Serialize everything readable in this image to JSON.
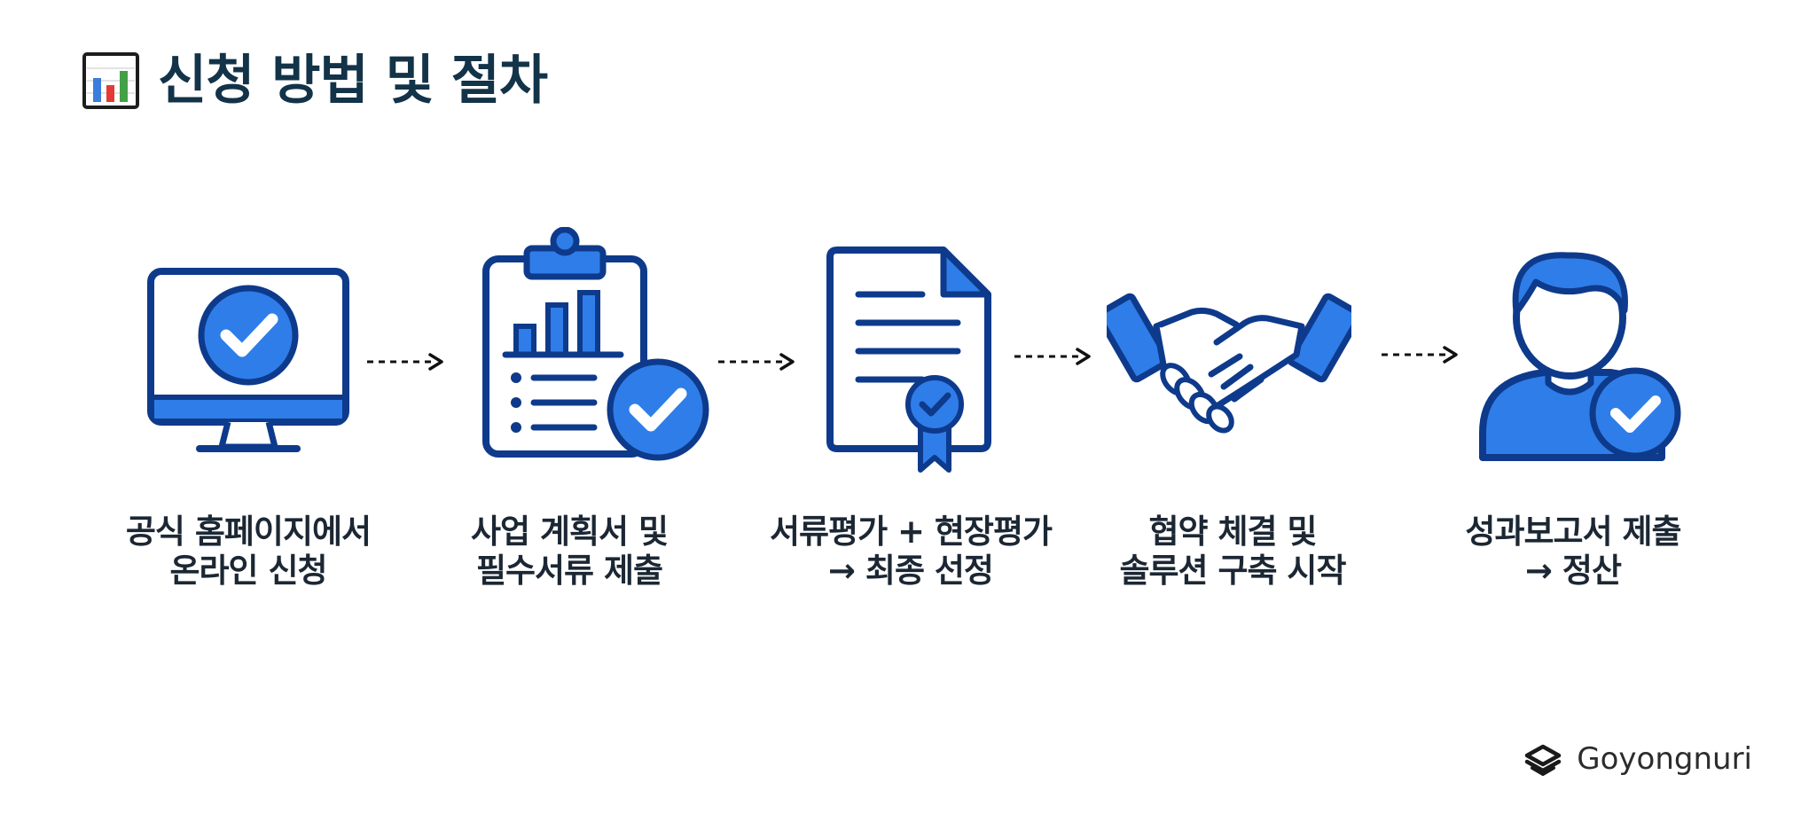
{
  "header": {
    "title": "신청 방법 및 절차",
    "icon": "bar-chart-icon"
  },
  "colors": {
    "primary": "#2f7de8",
    "outline": "#0e3a8c",
    "title": "#123348"
  },
  "steps": [
    {
      "icon": "monitor-check-icon",
      "lines": [
        "공식 홈페이지에서",
        "온라인 신청"
      ]
    },
    {
      "icon": "clipboard-chart-check-icon",
      "lines": [
        "사업 계획서 및",
        "필수서류 제출"
      ]
    },
    {
      "icon": "certificate-document-icon",
      "lines": [
        "서류평가 + 현장평가",
        "→ 최종 선정"
      ]
    },
    {
      "icon": "handshake-icon",
      "lines": [
        "협약 체결 및",
        "솔루션 구축 시작"
      ]
    },
    {
      "icon": "person-check-icon",
      "lines": [
        "성과보고서 제출",
        "→ 정산"
      ]
    }
  ],
  "brand": {
    "name": "Goyongnuri",
    "logo": "goyongnuri-logo"
  }
}
